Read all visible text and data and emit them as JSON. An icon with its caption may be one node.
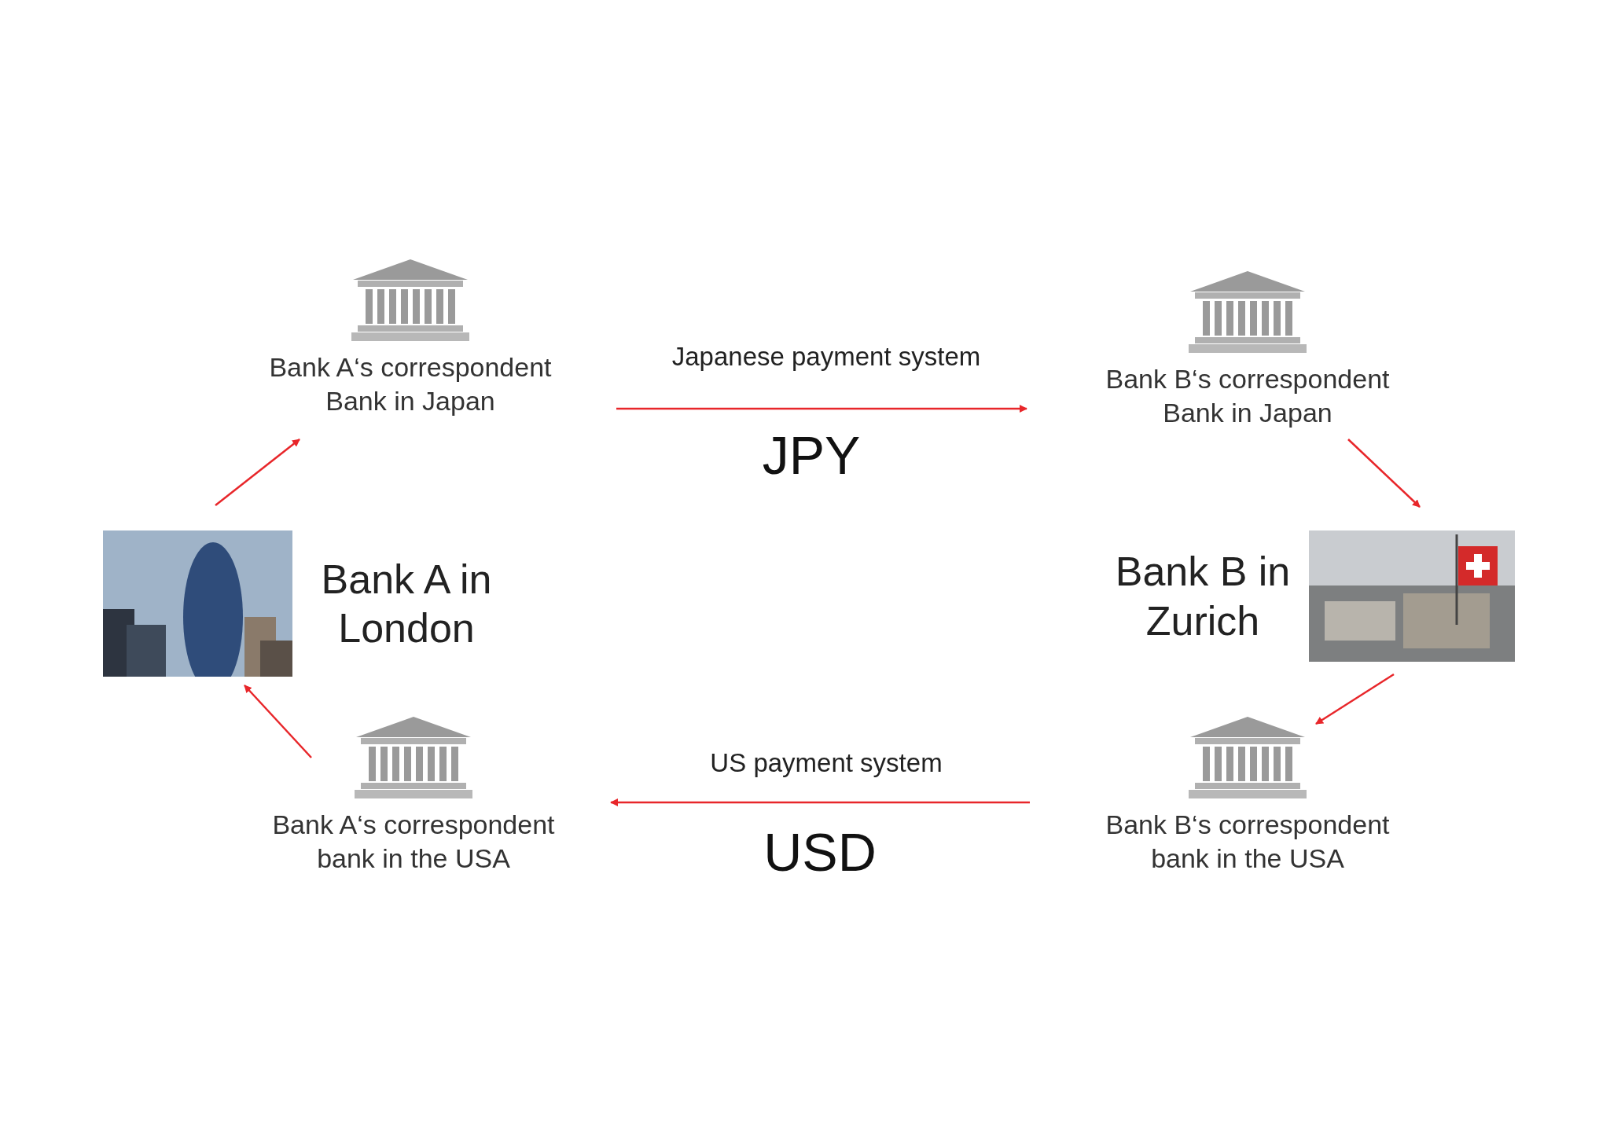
{
  "diagram": {
    "nodes": [
      {
        "text": [
          "Bank A in London"
        ]
      },
      {
        "text": [
          "Bank A‘s correspondent Bank in Japan"
        ]
      },
      {
        "text": [
          "Bank B‘s correspondent Bank in Japan"
        ]
      },
      {
        "text": [
          "Bank B in Zurich"
        ]
      },
      {
        "text": [
          "Bank B‘s correspondent bank in the USA"
        ]
      },
      {
        "text": [
          "Bank A‘s correspondent bank in the USA"
        ]
      }
    ],
    "edges": [
      {
        "from": 0,
        "to": 1,
        "arrow": "to"
      },
      {
        "from": 1,
        "to": 2,
        "arrow": "to",
        "label": "Japanese payment system"
      },
      {
        "from": 2,
        "to": 3,
        "arrow": "to"
      },
      {
        "from": 3,
        "to": 4,
        "arrow": "to"
      },
      {
        "from": 4,
        "to": 5,
        "arrow": "to",
        "label": "US payment system"
      },
      {
        "from": 5,
        "to": 0,
        "arrow": "to"
      }
    ],
    "labels": [
      "JPY",
      "USD"
    ]
  }
}
